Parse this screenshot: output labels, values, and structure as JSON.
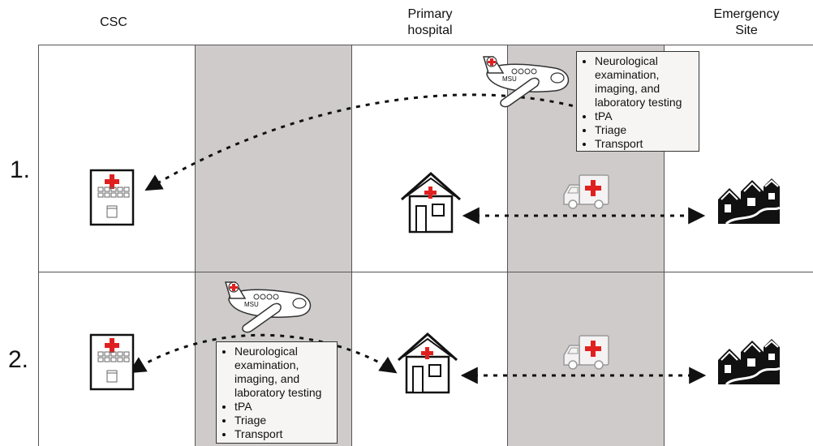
{
  "columns": {
    "csc": "CSC",
    "primary_hospital_line1": "Primary",
    "primary_hospital_line2": "hospital",
    "emergency_site_line1": "Emergency",
    "emergency_site_line2": "Site"
  },
  "rows": [
    "1.",
    "2."
  ],
  "aircraft_label": "MSU",
  "info_box": {
    "items": [
      "Neurological examination, imaging, and laboratory testing",
      "tPA",
      "Triage",
      "Transport"
    ]
  },
  "colors": {
    "band": "#cfcbcb",
    "cross": "#e02020",
    "line": "#111111",
    "box_bg": "#f6f5f4"
  },
  "icons": [
    "hospital-building-icon",
    "house-icon",
    "ambulance-icon",
    "aircraft-icon",
    "houses-icon"
  ]
}
